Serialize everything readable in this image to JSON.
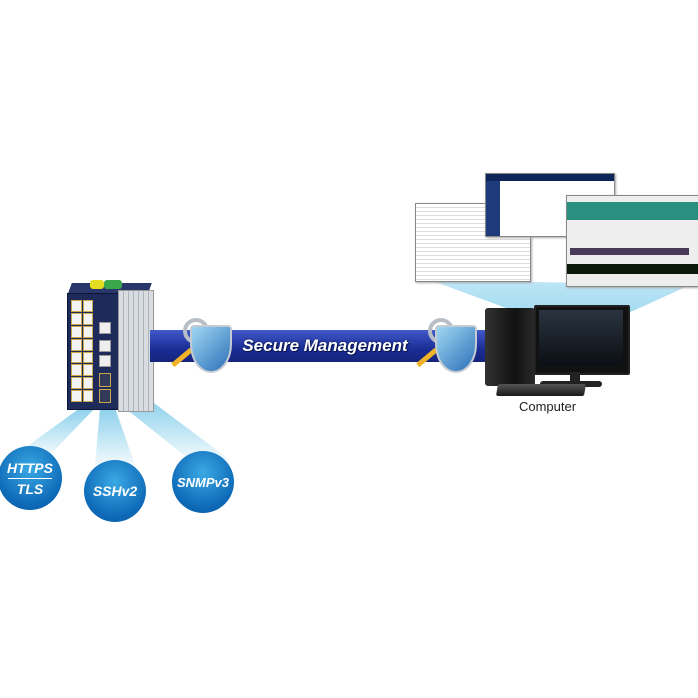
{
  "banner": {
    "label": "Secure Management",
    "color": "#1a2d96"
  },
  "protocols": [
    {
      "line1": "HTTPS",
      "line2": "TLS"
    },
    {
      "line1": "SSHv2"
    },
    {
      "line1": "SNMPv3"
    }
  ],
  "computer": {
    "label": "Computer"
  },
  "colors": {
    "circle": "#0d68b6",
    "beam": "#7fcbe9",
    "switch": "#1d2a5a"
  }
}
